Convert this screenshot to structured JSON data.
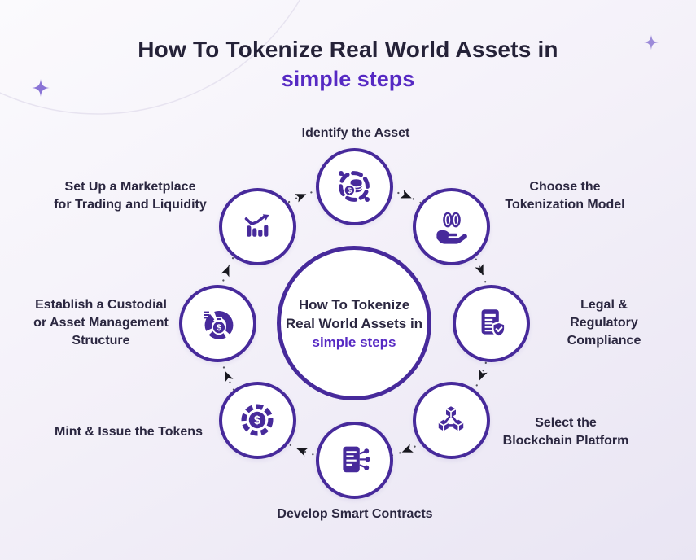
{
  "title": {
    "line1": "How To Tokenize Real World Assets in",
    "line2": "simple steps"
  },
  "center_circle": {
    "line1": "How To Tokenize",
    "line2": "Real World Assets in",
    "line3": "simple steps"
  },
  "steps": [
    {
      "label": "Identify the Asset",
      "icon": "asset-search-coins-icon"
    },
    {
      "label": "Choose the\nTokenization Model",
      "icon": "hand-holding-coins-icon"
    },
    {
      "label": "Legal & Regulatory\nCompliance",
      "icon": "document-shield-check-icon"
    },
    {
      "label": "Select the\nBlockchain Platform",
      "icon": "blockchain-cubes-icon"
    },
    {
      "label": "Develop Smart Contracts",
      "icon": "smart-contract-document-icon"
    },
    {
      "label": "Mint & Issue the Tokens",
      "icon": "dollar-token-coin-icon"
    },
    {
      "label": "Establish a Custodial\nor Asset Management\nStructure",
      "icon": "pie-chart-money-bag-icon"
    },
    {
      "label": "Set Up a Marketplace\nfor Trading and Liquidity",
      "icon": "bar-chart-growth-icon"
    }
  ],
  "flow": {
    "direction": "clockwise",
    "arrow_count": 8
  },
  "colors": {
    "deep_purple": "#472a9b",
    "bright_purple": "#5629c3",
    "title_dark": "#252238",
    "label_dark": "#2b2740",
    "arrow_black": "#18181f",
    "dot_gray": "#55555f",
    "circle_fill": "#ffffff"
  }
}
